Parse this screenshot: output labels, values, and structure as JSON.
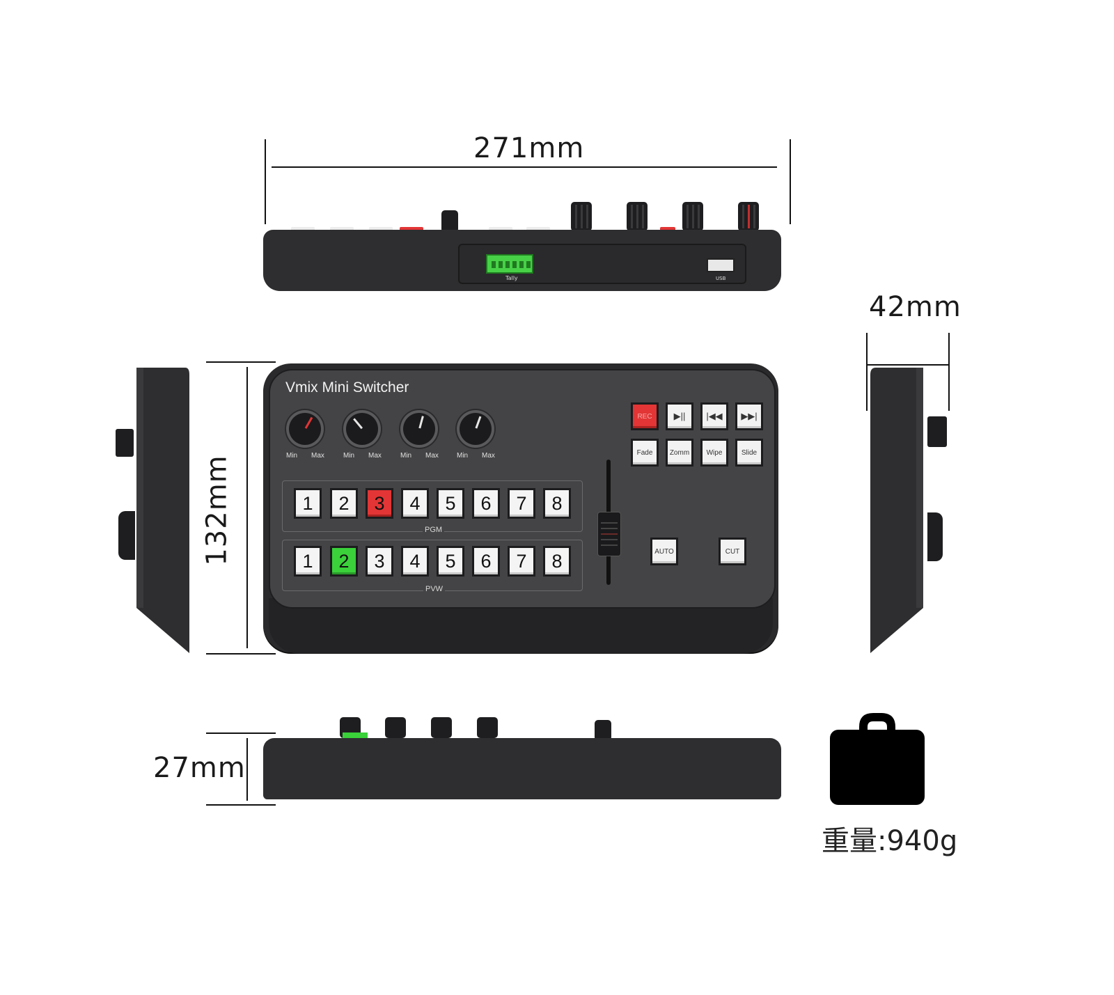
{
  "dimensions": {
    "width": "271mm",
    "depth": "42mm",
    "length": "132mm",
    "height": "27mm",
    "weight": "重量:940g"
  },
  "device": {
    "title": "Vmix Mini Switcher",
    "knob_min": "Min",
    "knob_max": "Max",
    "pgm_label": "PGM",
    "pvw_label": "PVW",
    "pgm_keys": [
      "1",
      "2",
      "3",
      "4",
      "5",
      "6",
      "7",
      "8"
    ],
    "pvw_keys": [
      "1",
      "2",
      "3",
      "4",
      "5",
      "6",
      "7",
      "8"
    ],
    "pgm_active": "3",
    "pvw_active": "2",
    "transport_keys": [
      "REC",
      "▶||",
      "|◀◀",
      "▶▶|"
    ],
    "transition_keys": [
      "Fade",
      "Zomm",
      "Wipe",
      "Slide"
    ],
    "auto_label": "AUTO",
    "cut_label": "CUT",
    "tally_label": "Tally",
    "usb_label": "USB"
  },
  "colors": {
    "body": "#2a2a2c",
    "panel": "#444446",
    "pgm_active": "#e33535",
    "pvw_active": "#3ad13a",
    "tally_port": "#47d147"
  },
  "icons": {
    "weight": "briefcase-weight-icon"
  }
}
